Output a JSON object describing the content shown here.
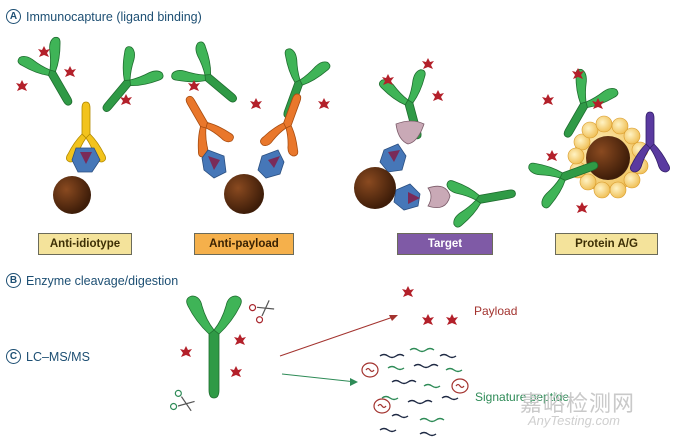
{
  "sections": {
    "a": {
      "letter": "A",
      "title": "Immunocapture (ligand binding)"
    },
    "b": {
      "letter": "B",
      "title": "Enzyme cleavage/digestion"
    },
    "c": {
      "letter": "C",
      "title": "LC–MS/MS"
    }
  },
  "labels": {
    "anti_idiotype": "Anti-idiotype",
    "anti_payload": "Anti-payload",
    "target": "Target",
    "protein_ag": "Protein A/G"
  },
  "outputs": {
    "payload": "Payload",
    "signature_peptide": "Signature peptide"
  },
  "watermark": {
    "text": "嘉峪检测网",
    "sub": "AnyTesting.com"
  },
  "colors": {
    "antibody_green": "#2e9a45",
    "payload_red": "#b3202a",
    "bead_brown": "#5a2d12",
    "anti_idiotype_yellow": "#f2c31c",
    "anti_payload_orange": "#e9772b",
    "target_purple": "#7f5aa6",
    "blue_linker": "#4677b8",
    "section_blue": "#1d4f73"
  }
}
